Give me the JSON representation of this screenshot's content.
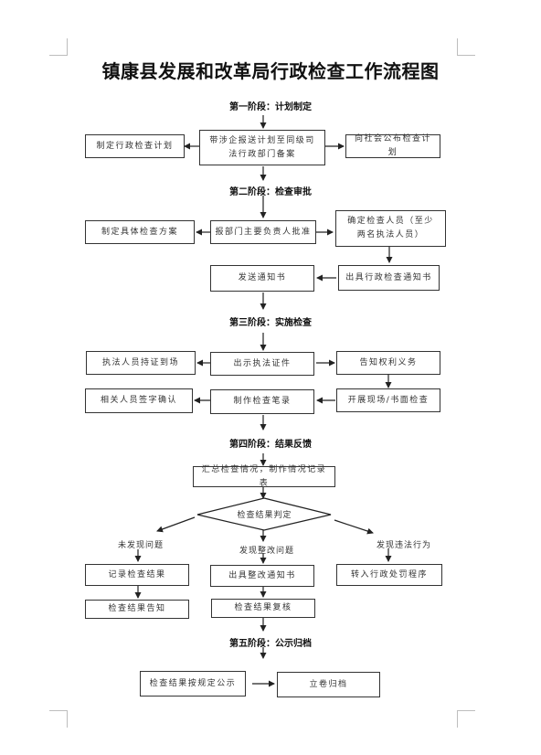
{
  "title": "镇康县发展和改革局行政检查工作流程图",
  "stages": {
    "s1": "第一阶段：计划制定",
    "s2": "第二阶段：检查审批",
    "s3": "第三阶段：实施检查",
    "s4": "第四阶段：结果反馈",
    "s5": "第五阶段：公示归档"
  },
  "nodes": {
    "make_plan": "制定行政检查计划",
    "report_plan": "带涉企报送计划至同级司法行政部门备案",
    "publish_plan": "向社会公布检查计划",
    "make_scheme": "制定具体检查方案",
    "approve": "报部门主要负责人批准",
    "assign_staff": "确定检查人员（至少两名执法人员）",
    "send_notice": "发送通知书",
    "issue_notice": "出具行政检查通知书",
    "arrive": "执法人员持证到场",
    "show_cert": "出示执法证件",
    "inform_rights": "告知权利义务",
    "sign_confirm": "相关人员签字确认",
    "make_record": "制作检查笔录",
    "onsite_check": "开展现场/书面检查",
    "summarize": "汇总检查情况，制作情况记录表",
    "judge": "检查结果判定",
    "record_result": "记录检查结果",
    "issue_rectify": "出具整改通知书",
    "transfer_penalty": "转入行政处罚程序",
    "notify_result": "检查结果告知",
    "review_result": "检查结果复核",
    "publicize": "检查结果按规定公示",
    "archive": "立卷归档"
  },
  "branches": {
    "none_found": "未发现问题",
    "rectify_found": "发现整改问题",
    "violation_found": "发现违法行为"
  }
}
